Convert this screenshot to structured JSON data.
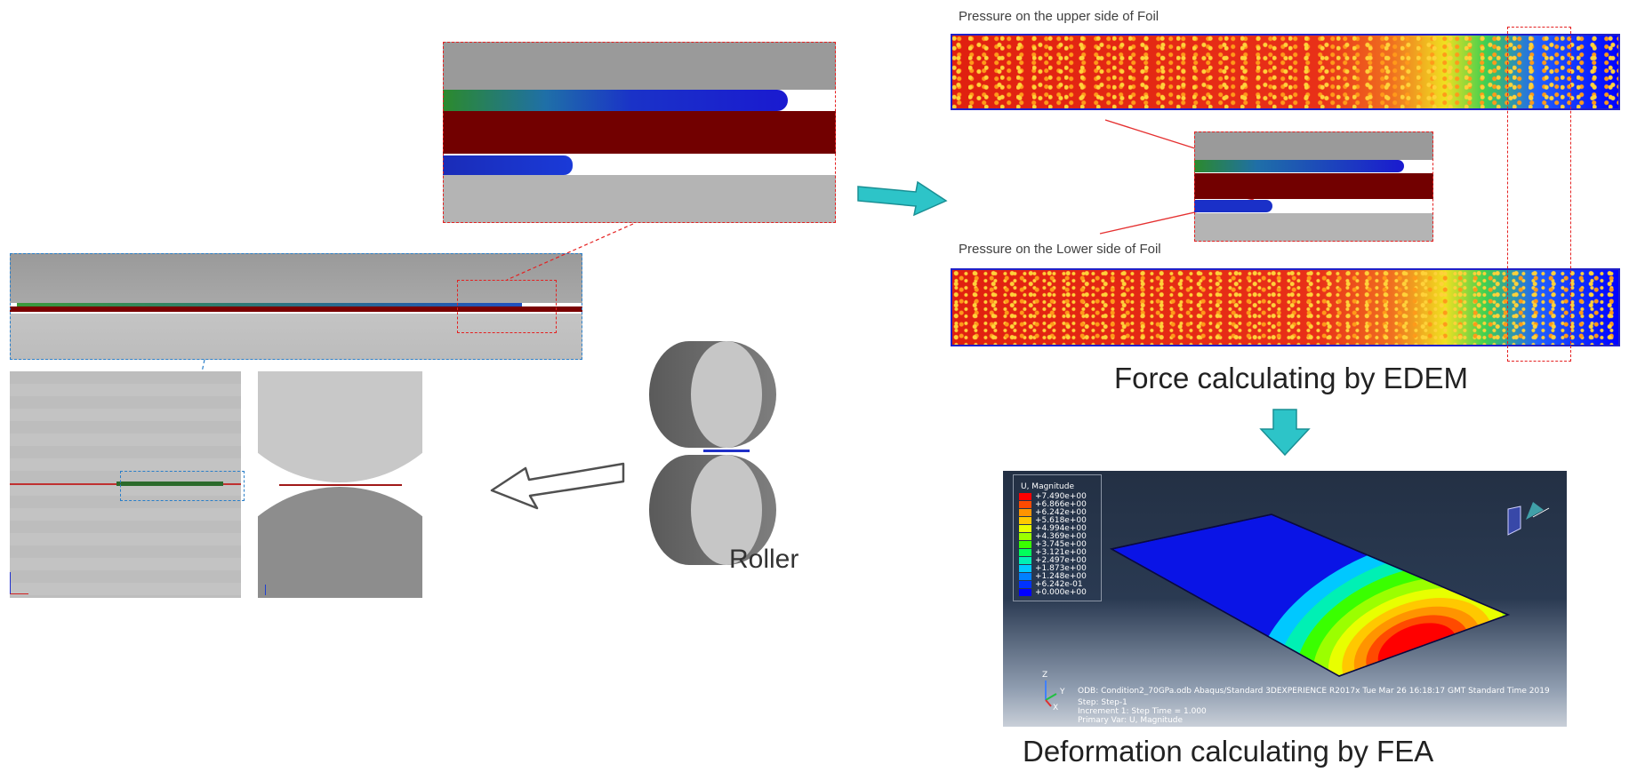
{
  "labels": {
    "upper_pressure": "Pressure on the upper side of Foil",
    "lower_pressure": "Pressure on the Lower side of Foil",
    "edem_caption": "Force calculating by EDEM",
    "fea_caption": "Deformation calculating by FEA",
    "roller": "Roller"
  },
  "fea": {
    "legend_title": "U, Magnitude",
    "legend_values": [
      "+7.490e+00",
      "+6.866e+00",
      "+6.242e+00",
      "+5.618e+00",
      "+4.994e+00",
      "+4.369e+00",
      "+3.745e+00",
      "+3.121e+00",
      "+2.497e+00",
      "+1.873e+00",
      "+1.248e+00",
      "+6.242e-01",
      "+0.000e+00"
    ],
    "legend_colors": [
      "#ff0000",
      "#ff4a00",
      "#ff9400",
      "#ffc800",
      "#e8ff00",
      "#9bff00",
      "#3aff00",
      "#00ff5a",
      "#00f0b4",
      "#00c8ff",
      "#0080ff",
      "#0032ff",
      "#0000ff"
    ],
    "odb_line": "ODB: Condition2_70GPa.odb    Abaqus/Standard 3DEXPERIENCE R2017x    Tue Mar 26 16:18:17 GMT Standard Time 2019",
    "step_line": "Step: Step-1",
    "increment_line": "Increment     1: Step Time =    1.000",
    "primary_line": "Primary Var: U, Magnitude",
    "triad_z": "Z",
    "triad_y": "Y",
    "triad_x": "X"
  }
}
